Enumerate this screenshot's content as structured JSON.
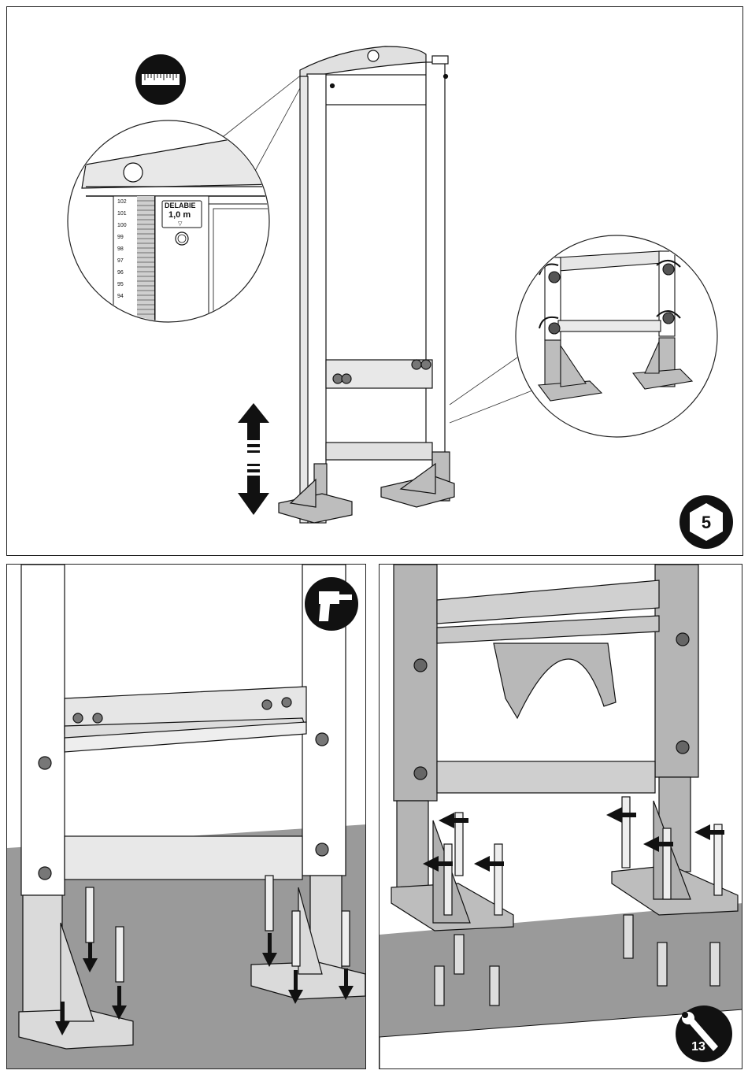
{
  "step_top": {
    "number": "5",
    "icon": "ruler-icon"
  },
  "step_bottom_left": {
    "icon": "drill-icon"
  },
  "step_bottom_right": {
    "number": "13",
    "icon": "wrench-icon"
  },
  "zoom_detail": {
    "brand": "DELABIE",
    "height_marker": "1,0 m",
    "marker_symbol": "▽",
    "scale_ticks": [
      "102",
      "101",
      "100",
      "99",
      "98",
      "97",
      "96",
      "95",
      "94"
    ]
  },
  "colors": {
    "floor": "#9a9a9a",
    "frame": "#ffffff",
    "frame_dark": "#b5b5b5",
    "outline": "#111111"
  }
}
